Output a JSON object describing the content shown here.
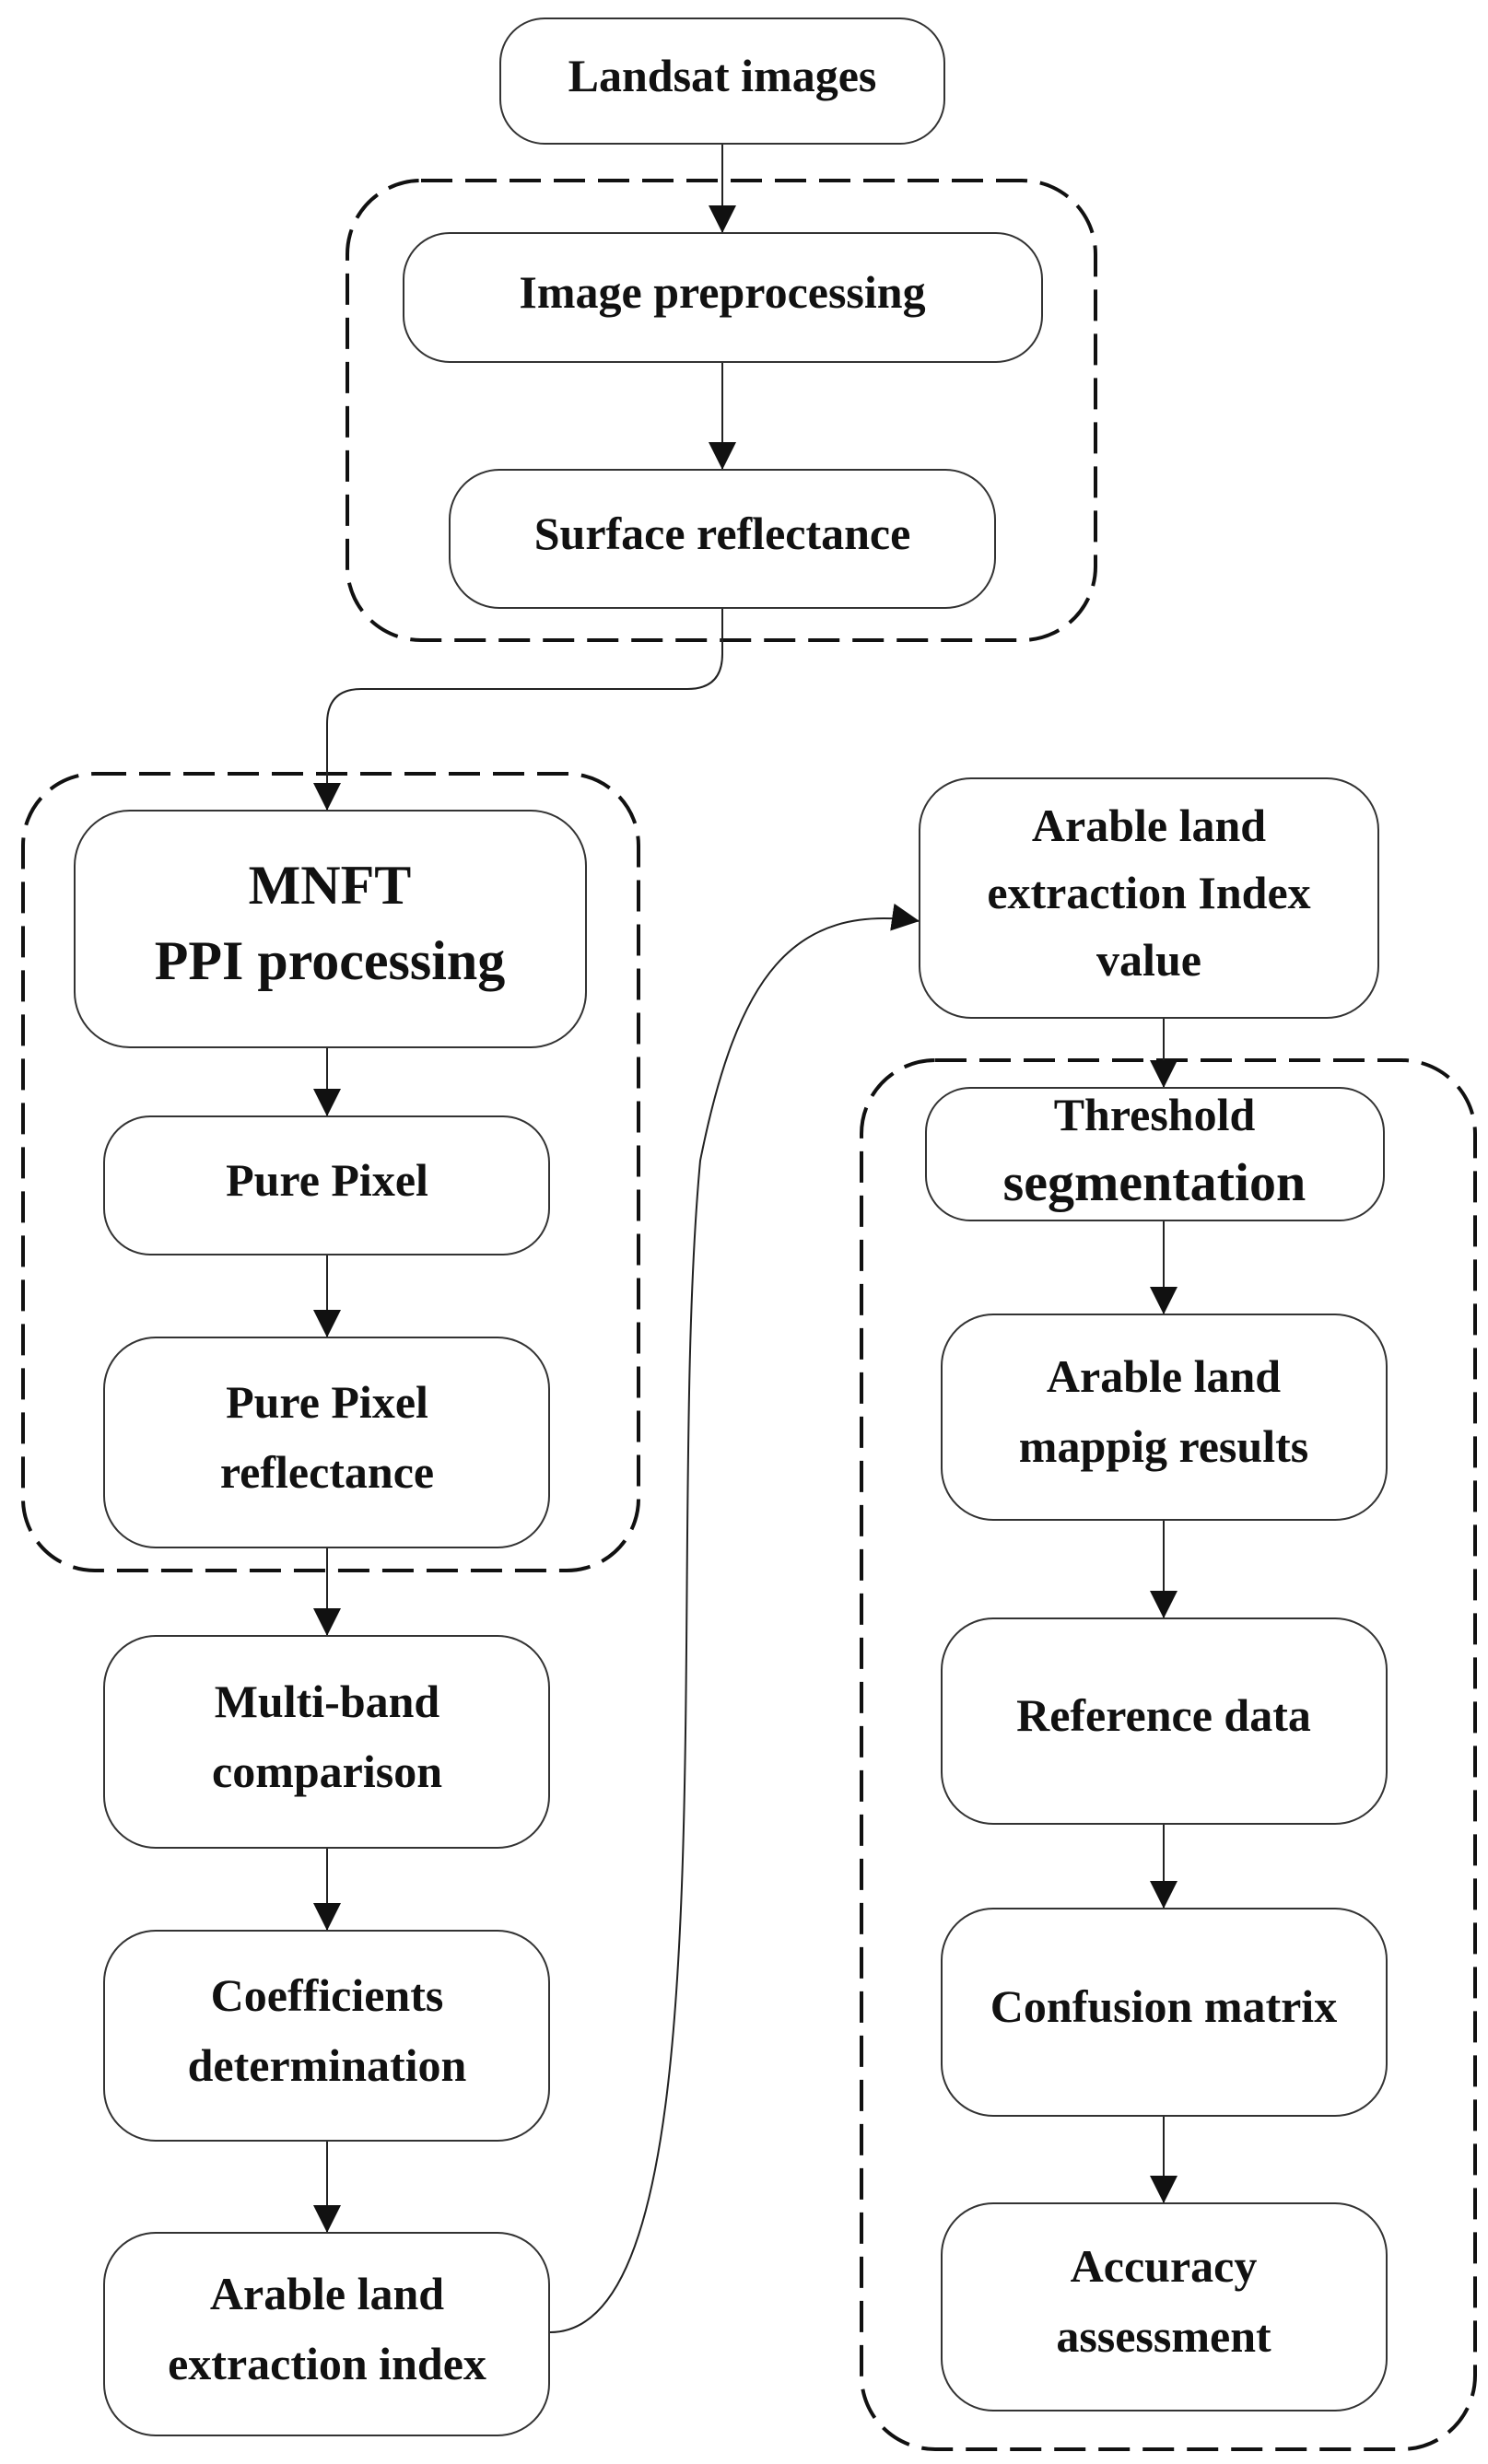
{
  "nodes": {
    "landsat": [
      "Landsat images"
    ],
    "preprocessing": [
      "Image preprocessing"
    ],
    "surface": [
      "Surface reflectance"
    ],
    "mnft": [
      "MNFT",
      "PPI processing"
    ],
    "pure_pixel": [
      "Pure Pixel"
    ],
    "pure_pixel_refl": [
      "Pure Pixel",
      "reflectance"
    ],
    "multiband": [
      "Multi-band",
      "comparison"
    ],
    "coefficients": [
      "Coefficients",
      "determination"
    ],
    "extraction_index": [
      "Arable land",
      "extraction index"
    ],
    "index_value": [
      "Arable land",
      "extraction Index",
      "value"
    ],
    "threshold": [
      "Threshold",
      "segmentation"
    ],
    "mapping": [
      "Arable land",
      "mappig results"
    ],
    "reference": [
      "Reference data"
    ],
    "confusion": [
      "Confusion matrix"
    ],
    "accuracy": [
      "Accuracy",
      "assessment"
    ]
  }
}
